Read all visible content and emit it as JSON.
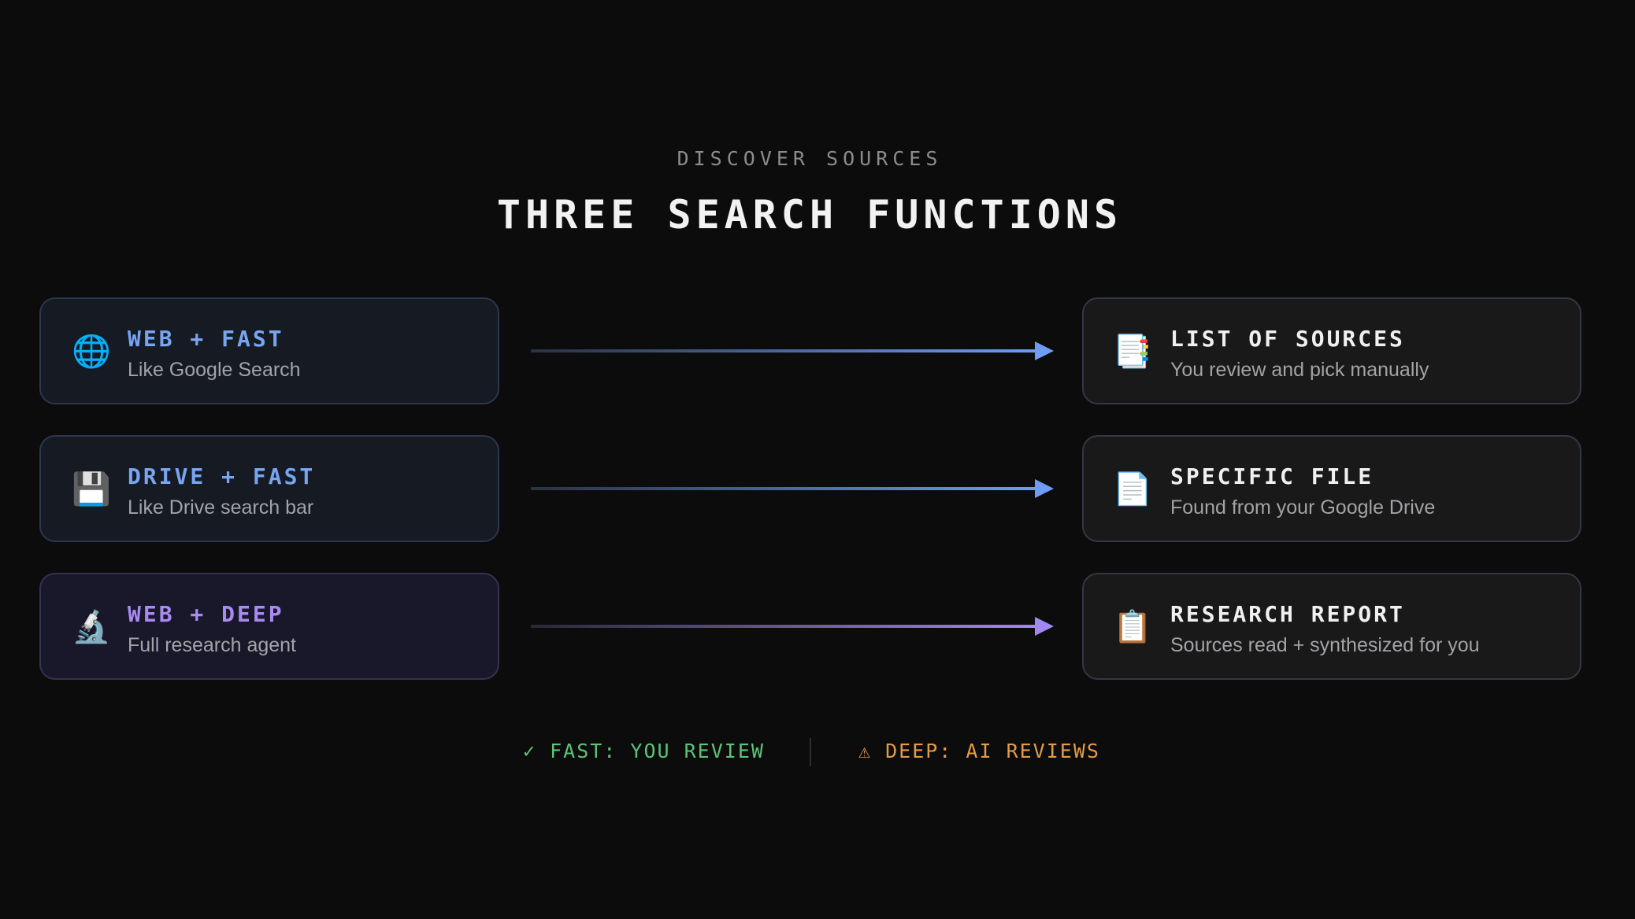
{
  "header": {
    "eyebrow": "DISCOVER SOURCES",
    "title": "THREE SEARCH FUNCTIONS"
  },
  "rows": [
    {
      "input": {
        "icon": "globe-icon",
        "glyph": "🌐",
        "title": "WEB + FAST",
        "subtitle": "Like Google Search",
        "accent": "#78a5f2"
      },
      "output": {
        "icon": "document-icon",
        "glyph": "📑",
        "title": "LIST OF SOURCES",
        "subtitle": "You review and pick manually"
      }
    },
    {
      "input": {
        "icon": "floppy-disk-icon",
        "glyph": "💾",
        "title": "DRIVE + FAST",
        "subtitle": "Like Drive search bar",
        "accent": "#78a5f2"
      },
      "output": {
        "icon": "file-icon",
        "glyph": "📄",
        "title": "SPECIFIC FILE",
        "subtitle": "Found from your Google Drive"
      }
    },
    {
      "input": {
        "icon": "microscope-icon",
        "glyph": "🔬",
        "title": "WEB + DEEP",
        "subtitle": "Full research agent",
        "accent": "#a98af2"
      },
      "output": {
        "icon": "clipboard-icon",
        "glyph": "📋",
        "title": "RESEARCH REPORT",
        "subtitle": "Sources read + synthesized for you"
      }
    }
  ],
  "legend": {
    "fast": "✓ FAST: YOU REVIEW",
    "deep": "⚠ DEEP: AI REVIEWS",
    "fast_color": "#5ec27a",
    "deep_color": "#e39a48"
  }
}
